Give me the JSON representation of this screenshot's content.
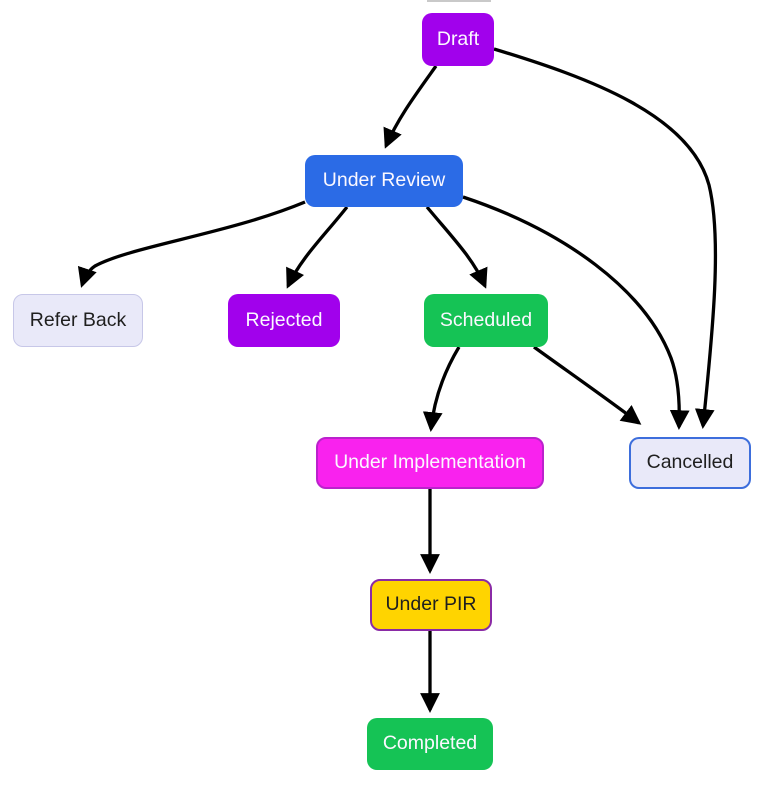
{
  "diagram": {
    "background": "#FFFFFF",
    "edge_color": "#000000",
    "nodes": {
      "draft": {
        "label": "Draft",
        "fill": "#A101EC",
        "text_color": "#FFFFFF"
      },
      "under_review": {
        "label": "Under Review",
        "fill": "#2B6BE6",
        "text_color": "#FFFFFF"
      },
      "refer_back": {
        "label": "Refer Back",
        "fill": "#E9E9F9",
        "border": "#C7C7E8",
        "text_color": "#1F1F1F"
      },
      "rejected": {
        "label": "Rejected",
        "fill": "#A101EC",
        "text_color": "#FFFFFF"
      },
      "scheduled": {
        "label": "Scheduled",
        "fill": "#15C355",
        "text_color": "#FFFFFF"
      },
      "under_implementation": {
        "label": "Under Implementation",
        "fill": "#F922EE",
        "border": "#BB22CC",
        "text_color": "#FFFFFF"
      },
      "cancelled": {
        "label": "Cancelled",
        "fill": "#E9E9F9",
        "border": "#3D6EDC",
        "text_color": "#1F1F1F"
      },
      "under_pir": {
        "label": "Under PIR",
        "fill": "#FFD400",
        "border": "#8A2BA6",
        "text_color": "#1F1F1F"
      },
      "completed": {
        "label": "Completed",
        "fill": "#15C355",
        "text_color": "#FFFFFF"
      }
    },
    "edges": [
      {
        "from": "Draft",
        "to": "Under Review"
      },
      {
        "from": "Draft",
        "to": "Cancelled"
      },
      {
        "from": "Under Review",
        "to": "Refer Back"
      },
      {
        "from": "Under Review",
        "to": "Rejected"
      },
      {
        "from": "Under Review",
        "to": "Scheduled"
      },
      {
        "from": "Under Review",
        "to": "Cancelled"
      },
      {
        "from": "Scheduled",
        "to": "Under Implementation"
      },
      {
        "from": "Scheduled",
        "to": "Cancelled"
      },
      {
        "from": "Under Implementation",
        "to": "Under PIR"
      },
      {
        "from": "Under PIR",
        "to": "Completed"
      }
    ]
  }
}
